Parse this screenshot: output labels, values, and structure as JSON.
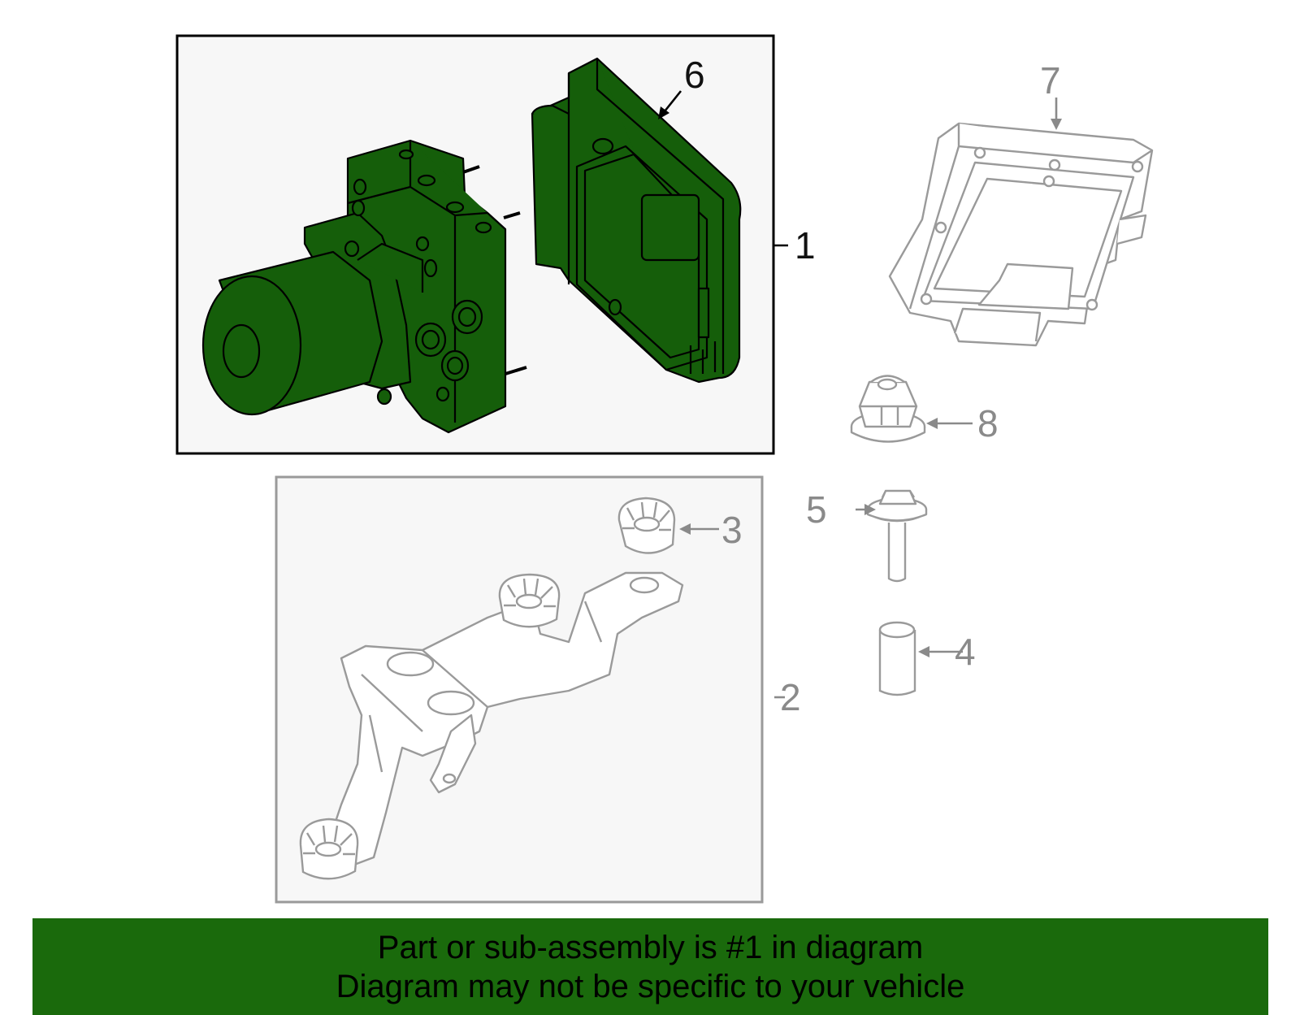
{
  "colors": {
    "highlight": "#155e0a",
    "banner": "#1a6a0c",
    "ghost_line": "#9a9a9a",
    "ghost_fill": "#f7f7f7",
    "panel_fill": "#f7f7f7"
  },
  "callouts": {
    "c1": "1",
    "c2": "2",
    "c3": "3",
    "c4": "4",
    "c5": "5",
    "c6": "6",
    "c7": "7",
    "c8": "8"
  },
  "banner": {
    "line1": "Part or sub-assembly is #1 in diagram",
    "line2": "Diagram may not be specific to your vehicle"
  }
}
